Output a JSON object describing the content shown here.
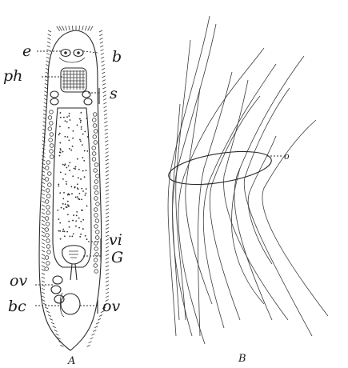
{
  "panel_a": {
    "caption": "A",
    "labels": {
      "e": "e",
      "b": "b",
      "ph": "ph",
      "s": "s",
      "vi": "vi",
      "g": "G",
      "ov_left": "ov",
      "bc": "bc",
      "ov_right": "ov"
    }
  },
  "panel_b": {
    "caption": "B",
    "labels": {
      "o": "o"
    }
  }
}
